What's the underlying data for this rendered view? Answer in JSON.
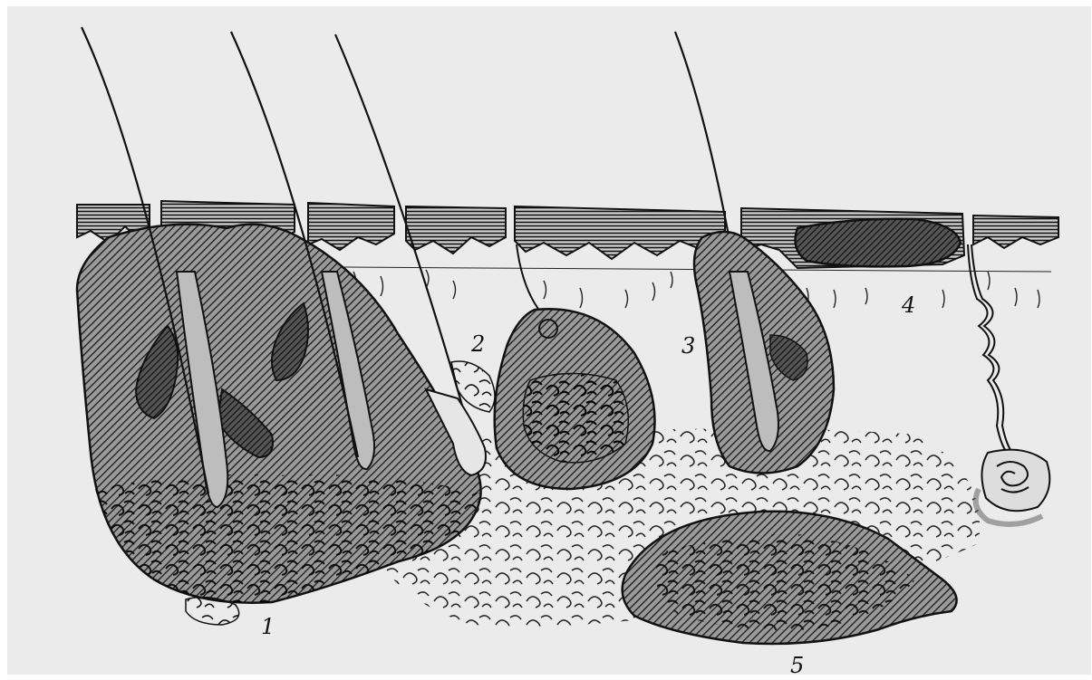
{
  "labels": {
    "l1": "1",
    "l2": "2",
    "l3": "3",
    "l4": "4",
    "l5": "5"
  },
  "colors": {
    "background": "#ebebeb",
    "ink": "#111111",
    "hatch_fill": "#6f6f6f"
  }
}
